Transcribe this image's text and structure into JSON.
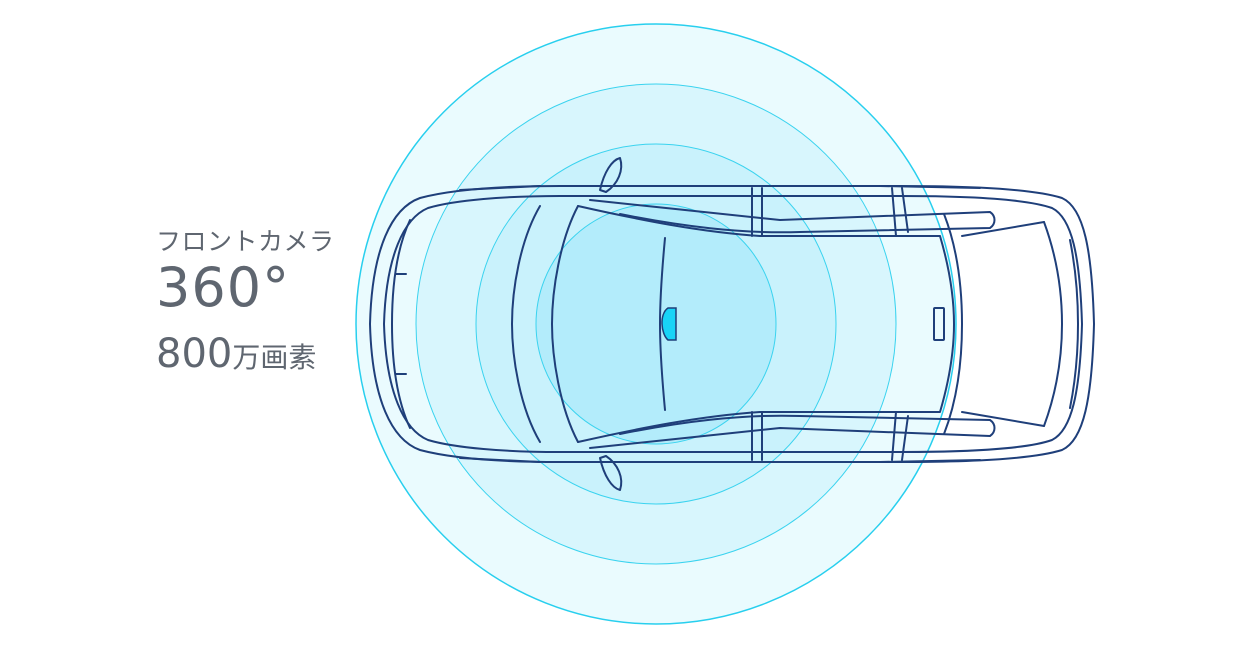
{
  "spec": {
    "label": "フロントカメラ",
    "angle": "360°",
    "resolution_number": "800",
    "resolution_unit": "万画素"
  },
  "colors": {
    "ring_stroke": "#28cfee",
    "ring_fill": "#c2f1fb",
    "car_stroke": "#1f3f7a",
    "camera": "#18d4f7",
    "text": "#5f6670"
  },
  "icons": [
    "car-top-view-icon",
    "front-camera-icon",
    "coverage-rings-icon"
  ]
}
